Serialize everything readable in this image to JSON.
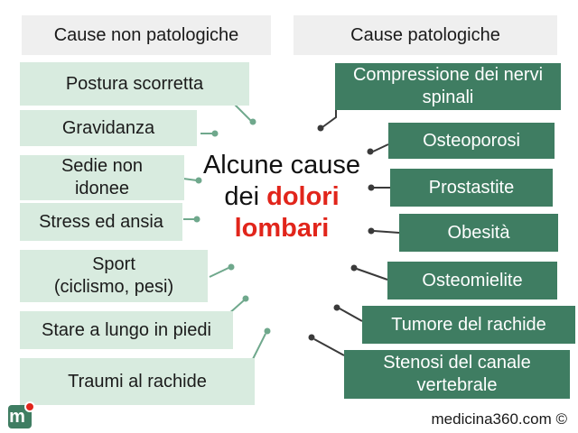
{
  "headers": {
    "left": "Cause non patologiche",
    "right": "Cause patologiche"
  },
  "center_title": {
    "line1": "Alcune cause",
    "line2_prefix": "dei",
    "line2_highlight": "dolori",
    "line3_highlight": "lombari"
  },
  "left_causes": [
    {
      "line1": "Postura scorretta",
      "line2": ""
    },
    {
      "line1": "Gravidanza",
      "line2": ""
    },
    {
      "line1": "Sedie non",
      "line2": "idonee"
    },
    {
      "line1": "Stress ed ansia",
      "line2": ""
    },
    {
      "line1": "Sport",
      "line2": "(ciclismo, pesi)"
    },
    {
      "line1": "Stare a lungo in piedi",
      "line2": ""
    },
    {
      "line1": "Traumi al rachide",
      "line2": ""
    }
  ],
  "right_causes": [
    {
      "line1": "Compressione dei nervi",
      "line2": "spinali"
    },
    {
      "line1": "Osteoporosi",
      "line2": ""
    },
    {
      "line1": "Prostastite",
      "line2": ""
    },
    {
      "line1": "Obesità",
      "line2": ""
    },
    {
      "line1": "Osteomielite",
      "line2": ""
    },
    {
      "line1": "Tumore del rachide",
      "line2": ""
    },
    {
      "line1": "Stenosi del canale",
      "line2": "vertebrale"
    }
  ],
  "logo": {
    "letter": "m"
  },
  "brand": "medicina360.com ©",
  "colors": {
    "light_box": "#d8ebdf",
    "dark_box": "#3f7d62",
    "header_bg": "#efefef",
    "highlight": "#e1251b",
    "connector": "#3a3a3a"
  }
}
